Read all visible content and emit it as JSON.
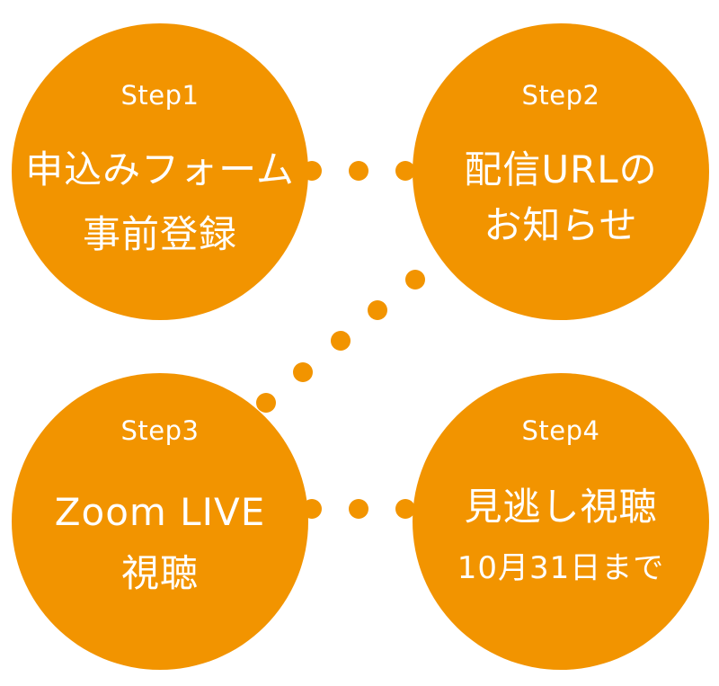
{
  "steps": [
    {
      "label": "Step1",
      "line1": "申込みフォーム",
      "line2": "事前登録"
    },
    {
      "label": "Step2",
      "line1": "配信URLの",
      "line2": "お知らせ"
    },
    {
      "label": "Step3",
      "line1": "Zoom LIVE",
      "line2": "視聴"
    },
    {
      "label": "Step4",
      "line1": "見逃し視聴",
      "line2": "10月31日まで"
    }
  ],
  "colors": {
    "circle": "#f29400",
    "dots": "#f29400",
    "text": "#ffffff"
  }
}
